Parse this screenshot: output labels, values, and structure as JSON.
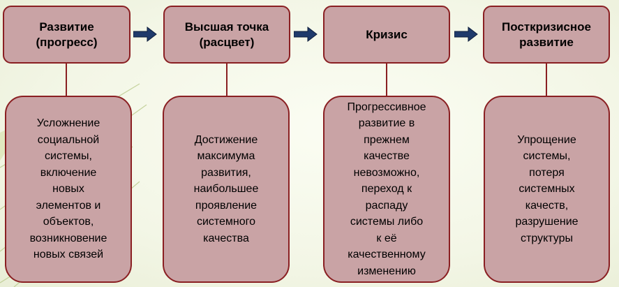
{
  "stages": [
    {
      "title": "Развитие\n(прогресс)",
      "description": "Усложнение\nсоциальной\nсистемы,\nвключение\nновых\nэлементов и\nобъектов,\nвозникновение\nновых связей"
    },
    {
      "title": "Высшая точка\n(расцвет)",
      "description": "Достижение\nмаксимума\nразвития,\nнаибольшее\nпроявление\nсистемного\nкачества"
    },
    {
      "title": "Кризис",
      "description": "Прогрессивное\nразвитие в\nпрежнем\nкачестве\nневозможно,\nпереход к\nраспаду\nсистемы либо\nк её\nкачественному\nизменению"
    },
    {
      "title": "Посткризисное\nразвитие",
      "description": "Упрощение\nсистемы,\nпотеря\nсистемных\nкачеств,\nразрушение\nструктуры"
    }
  ],
  "colors": {
    "box_fill": "#c9a3a5",
    "box_border": "#8a1f22",
    "arrow_fill": "#1f3a6b"
  },
  "icons": {
    "connector": "right-arrow-icon"
  }
}
